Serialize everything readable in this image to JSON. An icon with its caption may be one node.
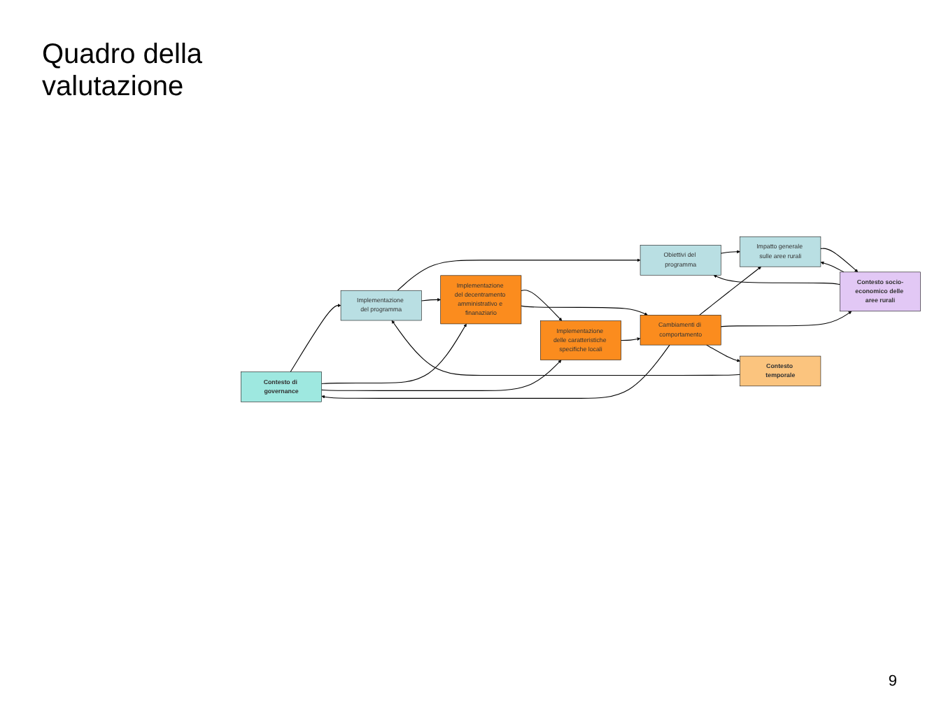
{
  "diagram": {
    "title": "Quadro della valutazione",
    "nodes": [
      {
        "text": [
          "Contesto socio-economico delle aree rurali"
        ]
      },
      {
        "text": [
          "Obiettivi del programma"
        ]
      },
      {
        "text": [
          "Impatto generale sulle aree rurali"
        ]
      },
      {
        "text": [
          "Contesto temporale"
        ]
      },
      {
        "text": [
          "Implementazione del programma"
        ]
      },
      {
        "text": [
          "Implementazione del decentramento amministrativo e finanaziario"
        ]
      },
      {
        "text": [
          "Implementazione delle caratteristiche specifiche locali"
        ]
      },
      {
        "text": [
          "Cambiamenti di comportamento"
        ]
      },
      {
        "text": [
          "Contesto di governance"
        ]
      }
    ],
    "edges": [
      {
        "from": 0,
        "to": 1,
        "arrow": "to"
      },
      {
        "from": 0,
        "to": 2,
        "arrow": "to"
      },
      {
        "from": 4,
        "to": 1,
        "arrow": "to"
      },
      {
        "from": 1,
        "to": 2,
        "arrow": "to"
      },
      {
        "from": 3,
        "to": 4,
        "arrow": "to"
      },
      {
        "from": 4,
        "to": 5,
        "arrow": "to"
      },
      {
        "from": 5,
        "to": 6,
        "arrow": "to"
      },
      {
        "from": 6,
        "to": 7,
        "arrow": "to"
      },
      {
        "from": 5,
        "to": 7,
        "arrow": "to"
      },
      {
        "from": 7,
        "to": 2,
        "arrow": "to"
      },
      {
        "from": 2,
        "to": 0,
        "arrow": "to"
      },
      {
        "from": 7,
        "to": 0,
        "arrow": "to"
      },
      {
        "from": 8,
        "to": 4,
        "arrow": "to"
      },
      {
        "from": 8,
        "to": 5,
        "arrow": "to"
      },
      {
        "from": 8,
        "to": 6,
        "arrow": "to"
      },
      {
        "from": 7,
        "to": 8,
        "arrow": "to"
      },
      {
        "from": 7,
        "to": 3,
        "arrow": "to"
      }
    ],
    "labels": [
      "9"
    ]
  }
}
